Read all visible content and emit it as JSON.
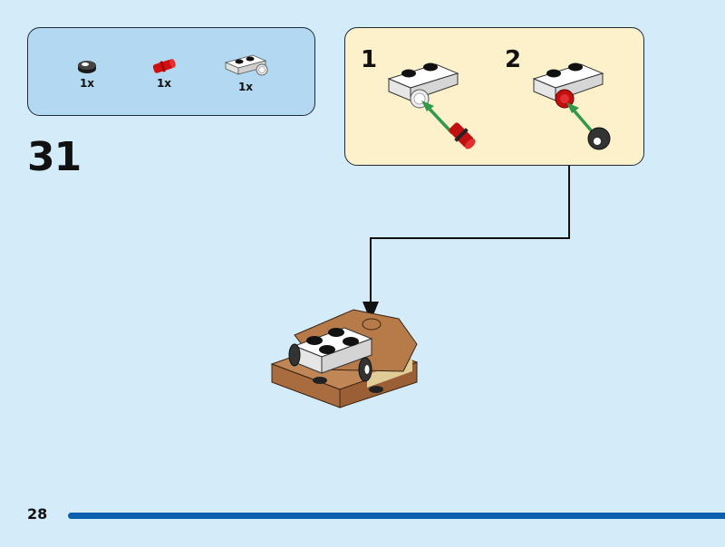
{
  "parts_list": {
    "items": [
      {
        "name": "round-tile-black",
        "qty": "1x",
        "color": "#2b2b2b"
      },
      {
        "name": "pin-red",
        "qty": "1x",
        "color": "#d01010"
      },
      {
        "name": "bracket-plate-white",
        "qty": "1x",
        "color": "#f4f4f4"
      }
    ]
  },
  "step": {
    "number": "31"
  },
  "sub_steps": [
    {
      "number": "1"
    },
    {
      "number": "2"
    }
  ],
  "colors": {
    "background": "#d4ebfa",
    "parts_box": "#b3d9f2",
    "sub_box": "#fcf1cb",
    "arrow_green": "#2e9a4a",
    "brown": "#b07a4a",
    "page_bar": "#0a5fae"
  },
  "footer": {
    "page_number": "28"
  }
}
